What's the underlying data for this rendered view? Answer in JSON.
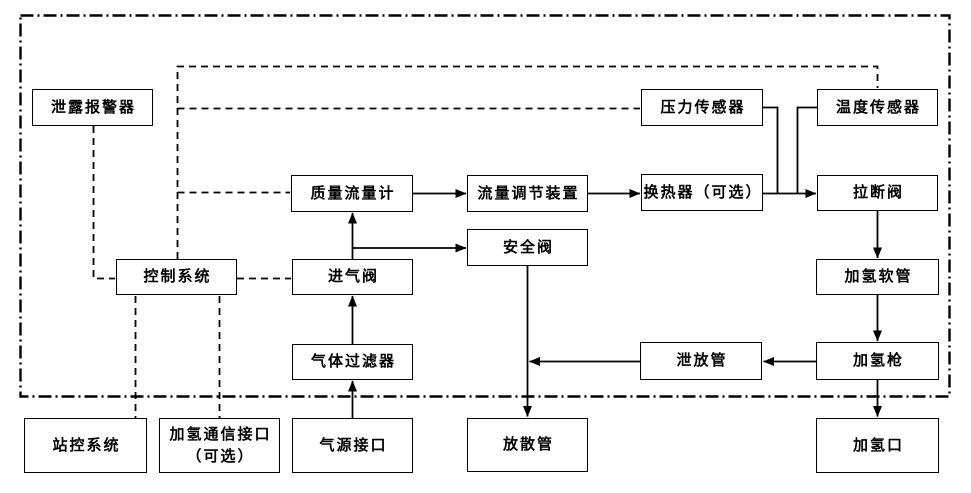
{
  "page": {
    "background_color": "#ffffff",
    "line_color": "#000000"
  },
  "diagram": {
    "nodes": {
      "leak_alarm": {
        "label": "泄露报警器"
      },
      "pressure_sensor": {
        "label": "压力传感器"
      },
      "temperature_sensor": {
        "label": "温度传感器"
      },
      "mass_flow_meter": {
        "label": "质量流量计"
      },
      "flow_regulator": {
        "label": "流量调节装置"
      },
      "heat_exchanger": {
        "label": "换热器（可选）"
      },
      "breakaway_valve": {
        "label": "拉断阀"
      },
      "safety_valve": {
        "label": "安全阀"
      },
      "control_system": {
        "label": "控制系统"
      },
      "inlet_valve": {
        "label": "进气阀"
      },
      "hydrogen_hose": {
        "label": "加氢软管"
      },
      "gas_filter": {
        "label": "气体过滤器"
      },
      "relief_pipe": {
        "label": "泄放管"
      },
      "hydrogen_gun": {
        "label": "加氢枪"
      },
      "station_control": {
        "label": "站控系统"
      },
      "comm_interface": {
        "label": "加氢通信接口",
        "label_line2": "（可选）"
      },
      "gas_source": {
        "label": "气源接口"
      },
      "vent_pipe": {
        "label": "放散管"
      },
      "hydrogen_port": {
        "label": "加氢口"
      }
    },
    "edges": [
      {
        "from": "gas_source",
        "to": "gas_filter",
        "style": "solid-arrow"
      },
      {
        "from": "gas_filter",
        "to": "inlet_valve",
        "style": "solid-arrow"
      },
      {
        "from": "inlet_valve",
        "to": "mass_flow_meter",
        "style": "solid-arrow"
      },
      {
        "from": "inlet_valve_pipe",
        "to": "safety_valve",
        "style": "solid-arrow"
      },
      {
        "from": "mass_flow_meter",
        "to": "flow_regulator",
        "style": "solid-arrow"
      },
      {
        "from": "flow_regulator",
        "to": "heat_exchanger",
        "style": "solid-arrow"
      },
      {
        "from": "heat_exchanger",
        "to": "breakaway_valve",
        "style": "solid-arrow"
      },
      {
        "from": "pressure_sensor",
        "to": "main_pipe",
        "style": "solid-tap"
      },
      {
        "from": "temperature_sensor",
        "to": "main_pipe",
        "style": "solid-tap"
      },
      {
        "from": "breakaway_valve",
        "to": "hydrogen_hose",
        "style": "solid-arrow"
      },
      {
        "from": "hydrogen_hose",
        "to": "hydrogen_gun",
        "style": "solid-arrow"
      },
      {
        "from": "hydrogen_gun",
        "to": "relief_pipe",
        "style": "solid-arrow"
      },
      {
        "from": "relief_pipe",
        "to": "vent_line",
        "style": "solid-arrow"
      },
      {
        "from": "safety_valve",
        "to": "vent_pipe",
        "style": "solid-arrow"
      },
      {
        "from": "hydrogen_gun",
        "to": "hydrogen_port",
        "style": "solid-arrow"
      },
      {
        "from": "leak_alarm",
        "to": "control_system",
        "style": "dashed"
      },
      {
        "from": "control_system",
        "to": "inlet_valve",
        "style": "dashed"
      },
      {
        "from": "control_system",
        "to": "mass_flow_meter",
        "style": "dashed"
      },
      {
        "from": "control_system",
        "to": "pressure_sensor",
        "style": "dashed"
      },
      {
        "from": "control_system",
        "to": "temperature_sensor",
        "style": "dashed"
      },
      {
        "from": "control_system",
        "to": "station_control",
        "style": "dashed"
      },
      {
        "from": "control_system",
        "to": "comm_interface",
        "style": "dashed"
      }
    ],
    "boundary": {
      "style": "dash-dot",
      "description": "system enclosure"
    }
  }
}
